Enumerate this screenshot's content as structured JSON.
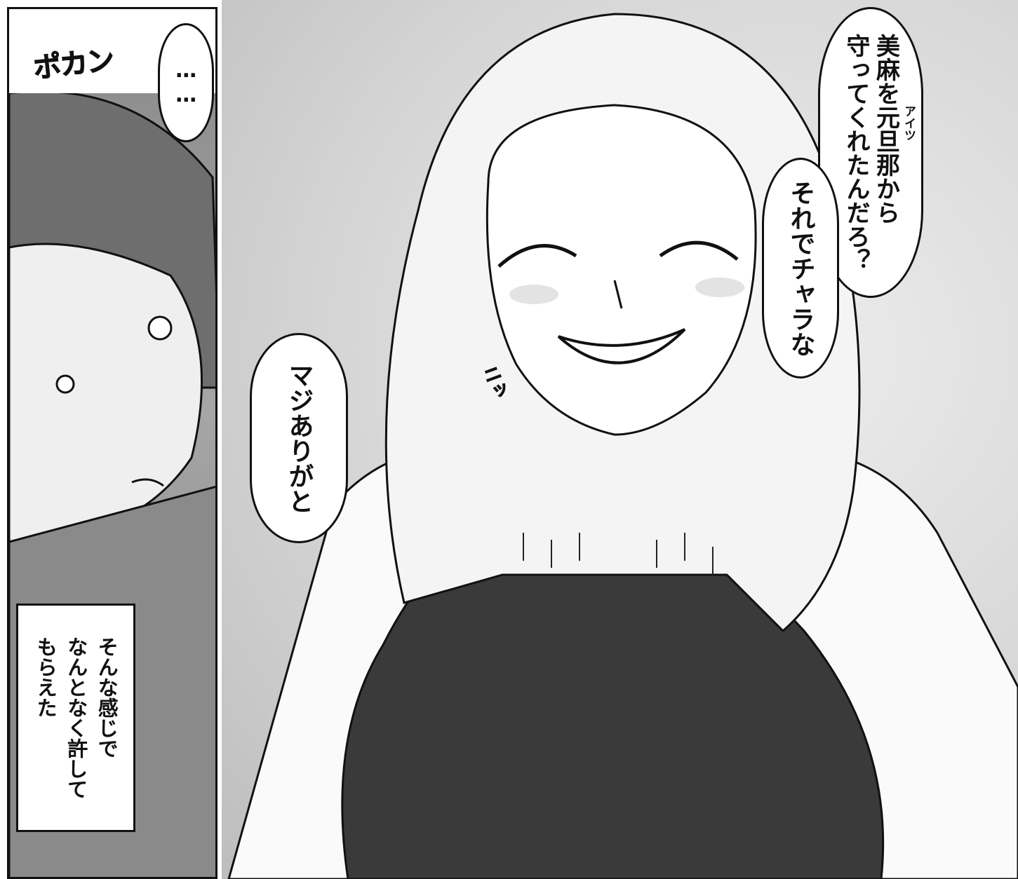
{
  "left_panel": {
    "sfx": "ポカン",
    "silence_bubble": "……",
    "caption": [
      "そんな感じで",
      "なんとなく許して",
      "もらえた"
    ]
  },
  "right_panel": {
    "bubble_1": {
      "lines": [
        "美麻を元旦那から",
        "守ってくれたんだろ？"
      ],
      "ruby": "アイツ"
    },
    "bubble_2": "それでチャラな",
    "bubble_3": "マジありがと",
    "sfx_grin": "ニッ"
  },
  "colors": {
    "ink": "#111111",
    "paper": "#ffffff",
    "sweater": "#3a3a3a",
    "screentone": "#cfcfcf"
  }
}
